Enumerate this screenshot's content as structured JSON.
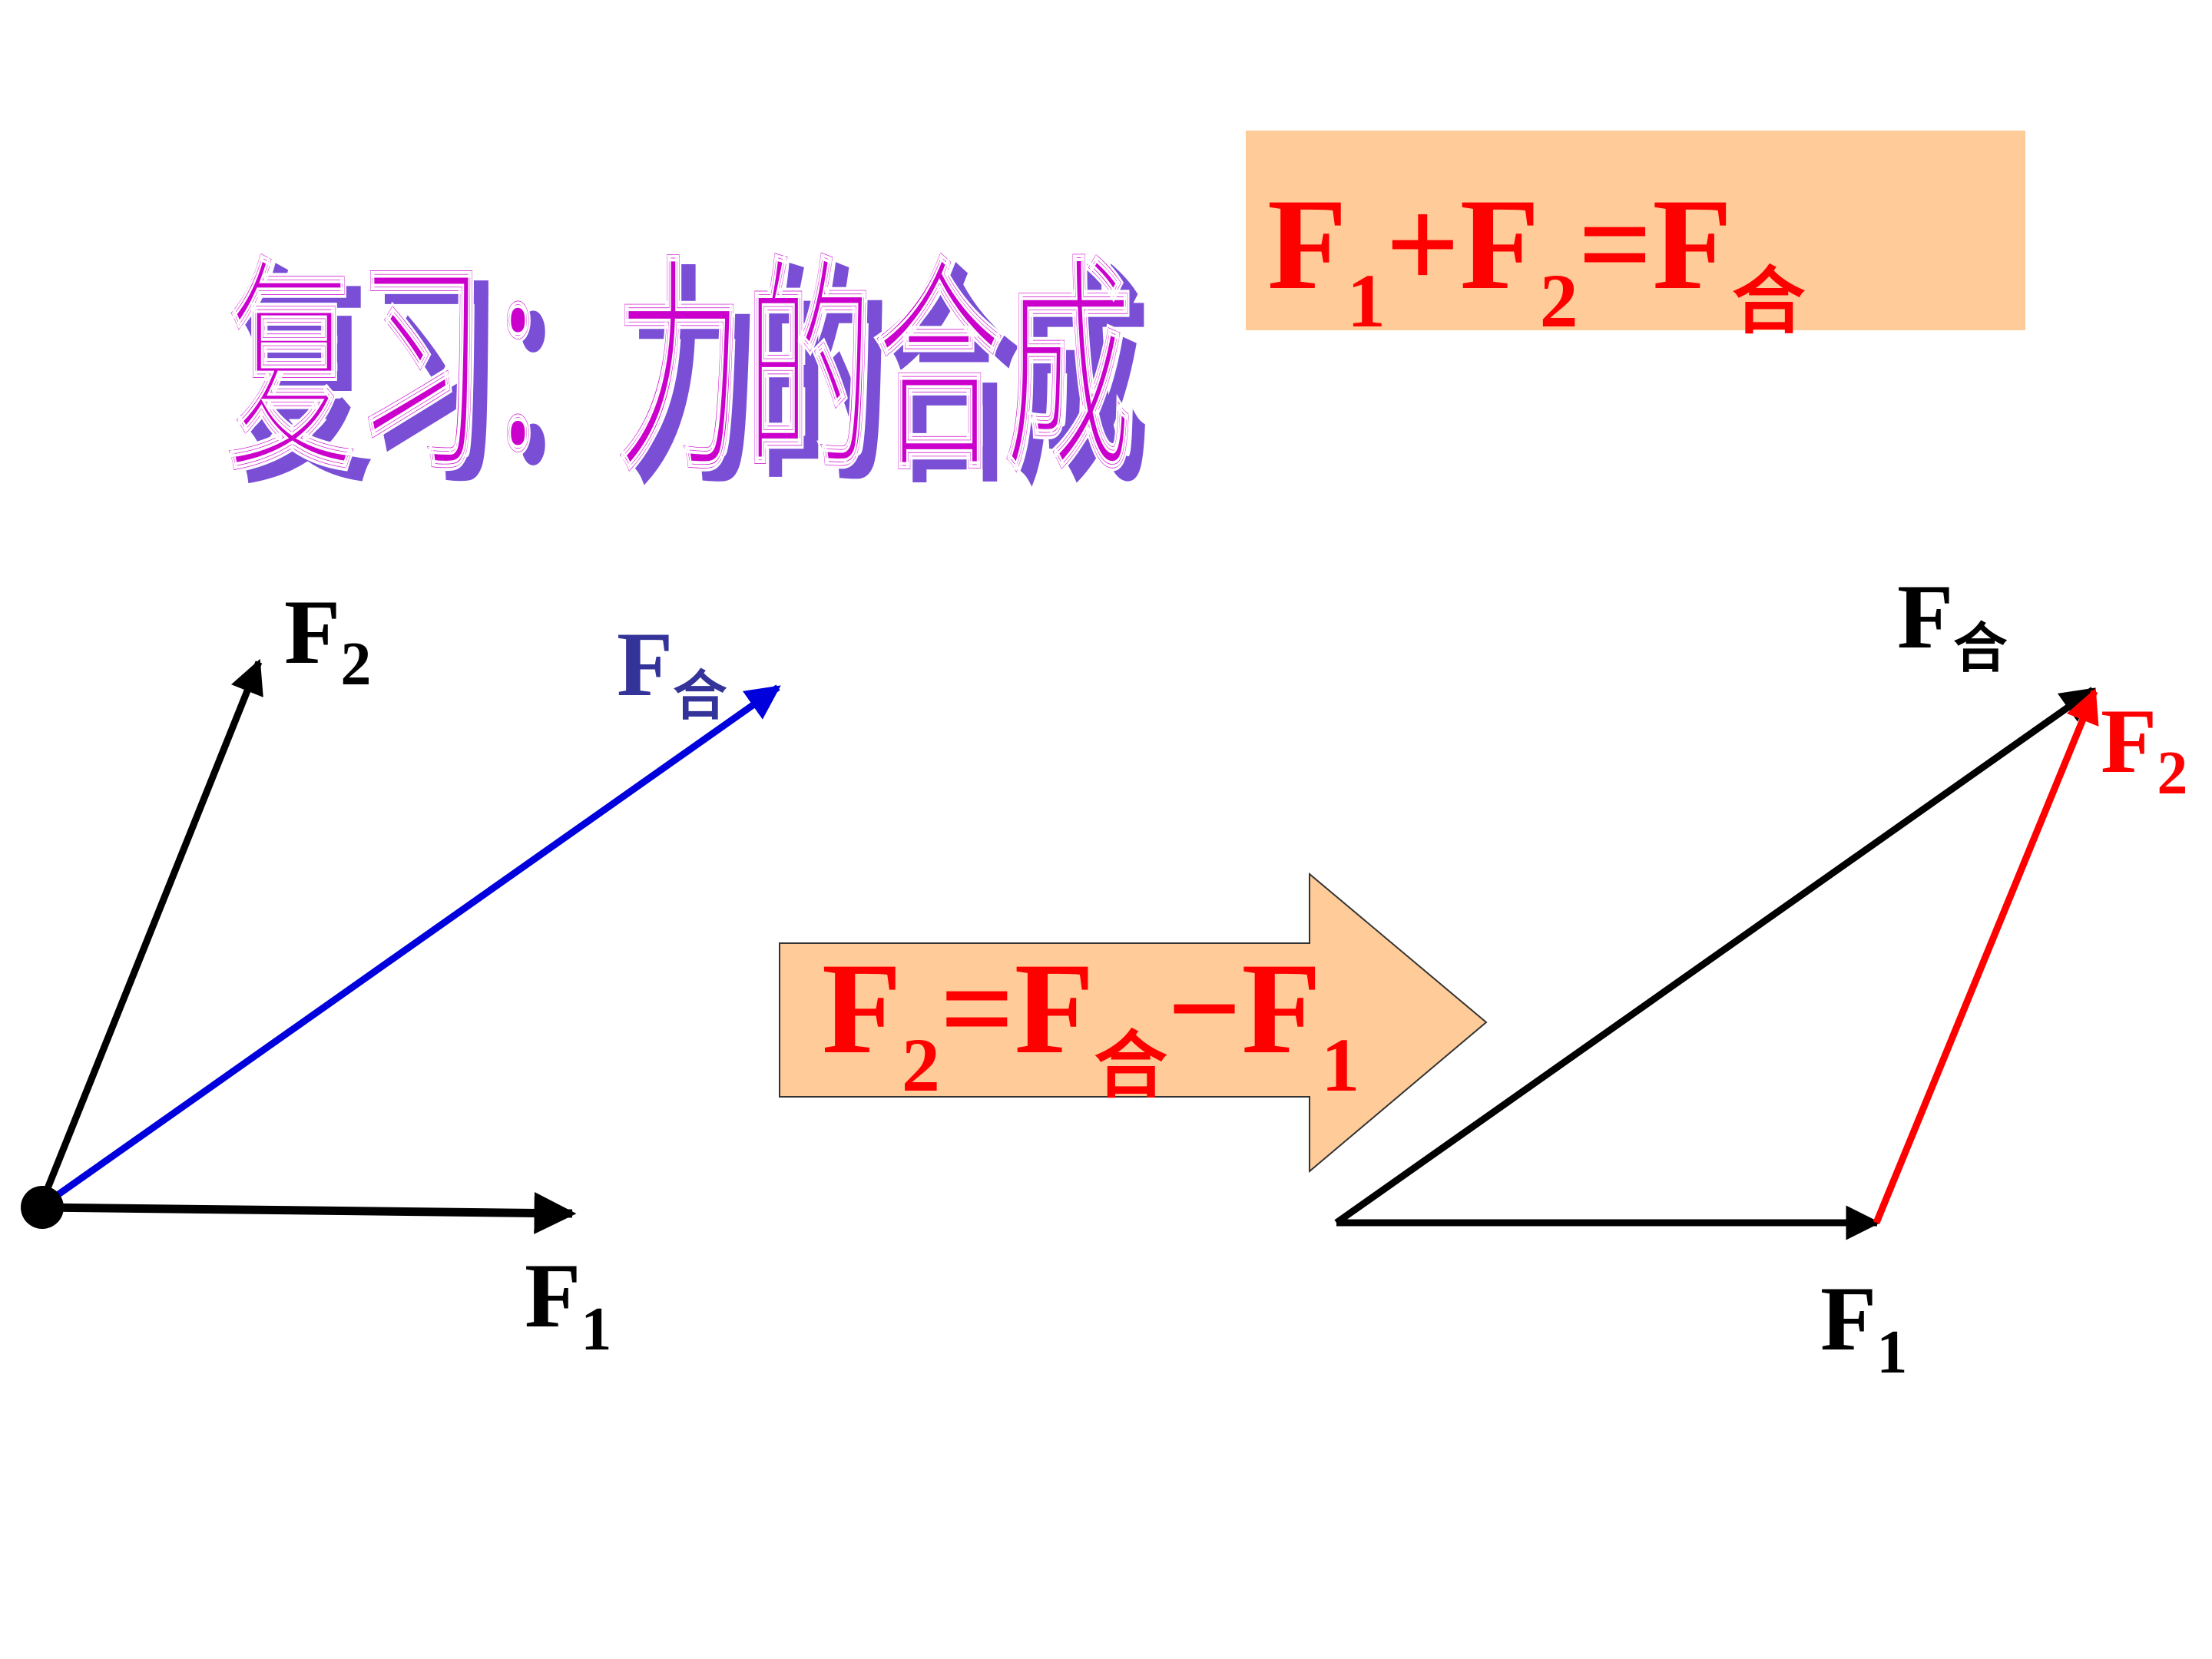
{
  "title": {
    "text": "复习：力的合成",
    "color": "#cc00cc",
    "shadow_color": "#7a4fd6"
  },
  "formula_top": {
    "parts": [
      {
        "main": "F",
        "sub": "1"
      },
      {
        "main": "+F",
        "sub": "2"
      },
      {
        "main": "=F",
        "sub": "合"
      }
    ],
    "color": "#ff0000",
    "box_color": "#fecb99"
  },
  "formula_arrow": {
    "parts": [
      {
        "main": "F",
        "sub": "2"
      },
      {
        "main": "=F",
        "sub": "合"
      },
      {
        "main": "−F",
        "sub": "1"
      }
    ],
    "color": "#ff0000",
    "box_color": "#fecb99"
  },
  "left_diagram": {
    "labels": {
      "f1": {
        "main": "F",
        "sub": "1"
      },
      "f2": {
        "main": "F",
        "sub": "2"
      },
      "fhe": {
        "main": "F",
        "sub": "合"
      }
    },
    "colors": {
      "f1": "#000000",
      "f2": "#000000",
      "fhe": "#0000dd",
      "fhe_label": "#333399"
    }
  },
  "right_diagram": {
    "labels": {
      "f1": {
        "main": "F",
        "sub": "1"
      },
      "f2": {
        "main": "F",
        "sub": "2"
      },
      "fhe": {
        "main": "F",
        "sub": "合"
      }
    },
    "colors": {
      "f1": "#000000",
      "f2": "#ff0000",
      "fhe": "#000000",
      "f2_label": "#ff0000"
    }
  }
}
